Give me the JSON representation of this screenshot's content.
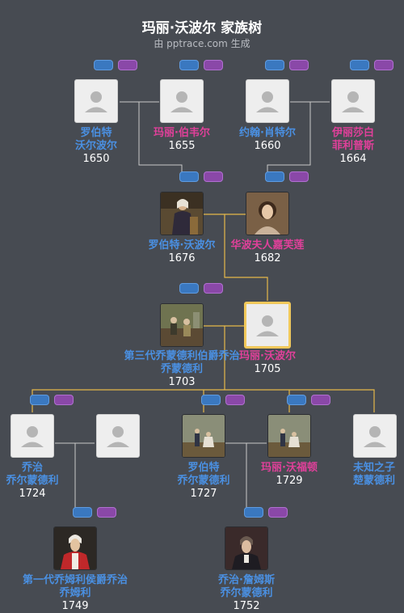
{
  "header": {
    "title": "玛丽·沃波尔 家族树",
    "subtitle": "由 pptrace.com 生成"
  },
  "colors": {
    "background": "#474b52",
    "male_name": "#4a90e2",
    "female_name": "#e0409a",
    "line_default": "#c8c8c8",
    "line_highlight": "#e6b84a",
    "selected_border": "#f0c85a"
  },
  "people": {
    "robert_walpole_sr": {
      "name_l1": "罗伯特",
      "name_l2": "沃尔波尔",
      "year": "1650"
    },
    "mary_burwell": {
      "name_l1": "玛丽·伯韦尔",
      "year": "1655"
    },
    "john_shorter": {
      "name_l1": "约翰·肖特尔",
      "year": "1660"
    },
    "elizabeth_philipps": {
      "name_l1": "伊丽莎白",
      "name_l2": "菲利普斯",
      "year": "1664"
    },
    "robert_walpole": {
      "name_l1": "罗伯特·沃波尔",
      "year": "1676"
    },
    "catherine_shorter": {
      "name_l1": "华波夫人嘉芙莲",
      "year": "1682"
    },
    "george_third_earl": {
      "name_l1": "第三代乔蒙德利伯爵乔治",
      "name_l2": "乔蒙德利",
      "year": "1703"
    },
    "mary_walpole": {
      "name_l1": "玛丽·沃波尔",
      "year": "1705"
    },
    "george_1724": {
      "name_l1": "乔治",
      "name_l2": "乔尔蒙德利",
      "year": "1724"
    },
    "unknown_male": {
      "name_l1": "",
      "year": ""
    },
    "robert_1727": {
      "name_l1": "罗伯特",
      "name_l2": "乔尔蒙德利",
      "year": "1727"
    },
    "mary_woffington": {
      "name_l1": "玛丽·沃福顿",
      "year": "1729"
    },
    "unknown_child": {
      "name_l1": "未知之子",
      "name_l2": "楚蒙德利",
      "year": ""
    },
    "first_marquess": {
      "name_l1": "第一代乔姆利侯爵乔治",
      "name_l2": "乔姆利",
      "year": "1749"
    },
    "george_james": {
      "name_l1": "乔治·詹姆斯",
      "name_l2": "乔尔蒙德利",
      "year": "1752"
    }
  }
}
